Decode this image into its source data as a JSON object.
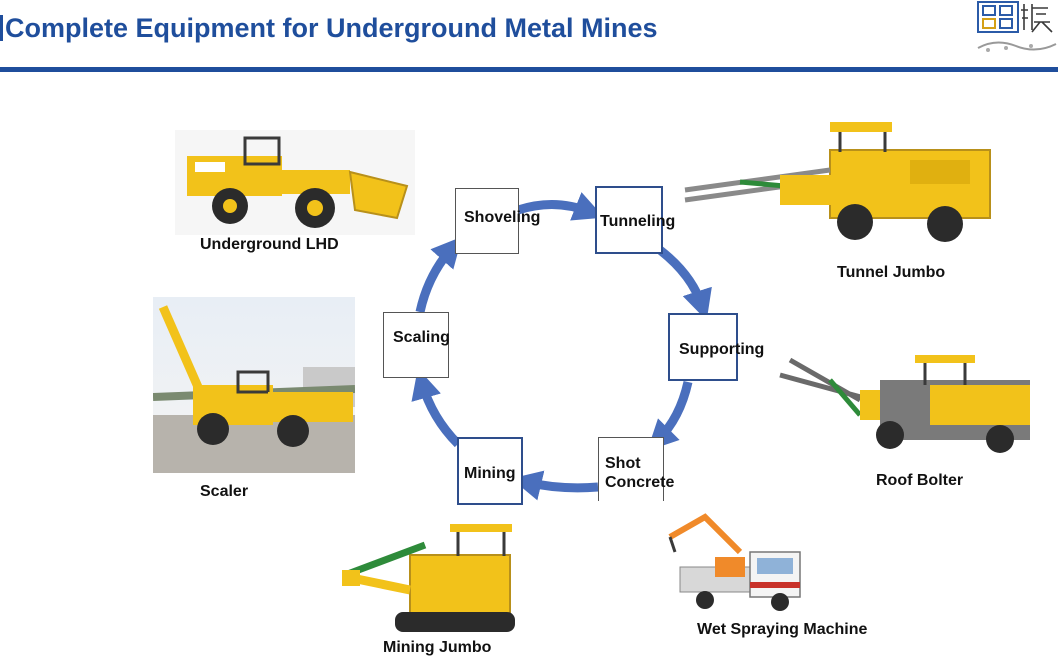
{
  "header": {
    "title": "Complete Equipment for Underground Metal Mines",
    "accent_color": "#1f4e9c"
  },
  "cycle": {
    "arrow_color": "#4a6fbd",
    "steps": [
      {
        "label": "Shoveling"
      },
      {
        "label": "Tunneling"
      },
      {
        "label": "Supporting"
      },
      {
        "label": "Shot Concrete",
        "line1": "Shot",
        "line2": "Concrete"
      },
      {
        "label": "Mining"
      },
      {
        "label": "Scaling"
      }
    ]
  },
  "equipment": [
    {
      "name": "Underground LHD",
      "icon": "lhd-loader-image"
    },
    {
      "name": "Tunnel Jumbo",
      "icon": "tunnel-jumbo-image"
    },
    {
      "name": "Roof Bolter",
      "icon": "roof-bolter-image"
    },
    {
      "name": "Wet Spraying Machine",
      "icon": "wet-spraying-truck-image"
    },
    {
      "name": "Mining Jumbo",
      "icon": "mining-jumbo-image"
    },
    {
      "name": "Scaler",
      "icon": "scaler-photo"
    }
  ],
  "colors": {
    "machine_yellow": "#f2c21a",
    "machine_dark": "#3a3a3a"
  }
}
